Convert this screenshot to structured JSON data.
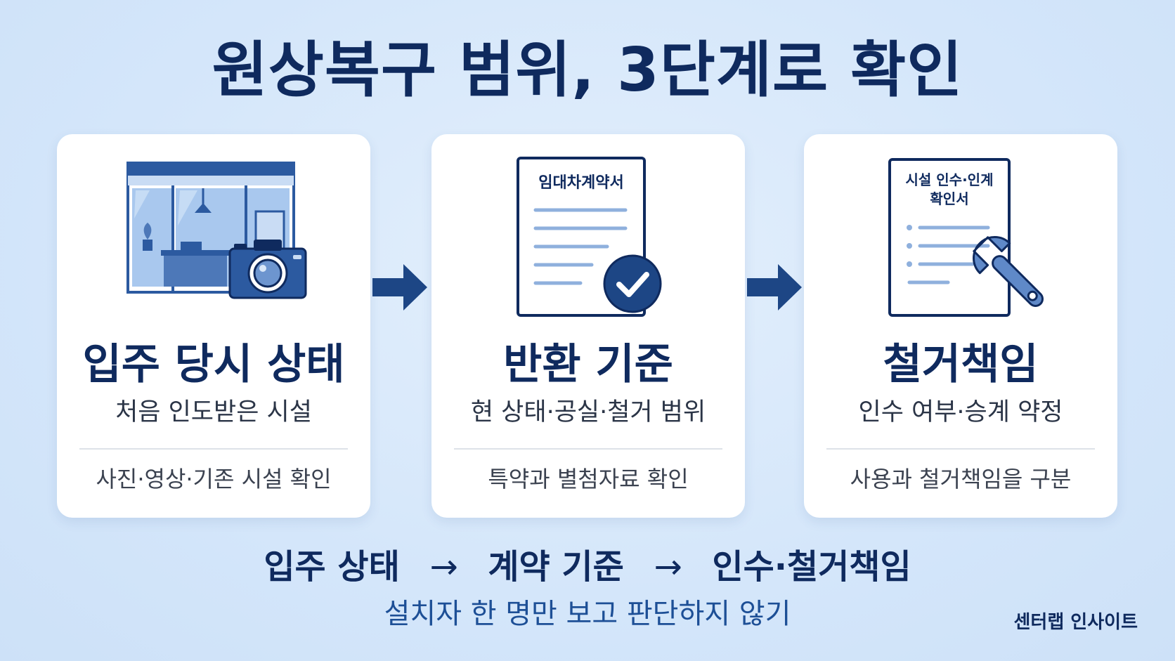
{
  "title": "원상복구 범위, 3단계로 확인",
  "colors": {
    "navy": "#0f2a5e",
    "accent_blue": "#2c5aa0",
    "background": "#d6e8fb",
    "card": "#ffffff"
  },
  "steps": [
    {
      "icon": "storefront-camera-icon",
      "title": "입주 당시 상태",
      "subtitle": "처음 인도받은 시설",
      "note": "사진·영상·기존 시설 확인"
    },
    {
      "icon": "contract-check-icon",
      "doc_label": "임대차계약서",
      "title": "반환 기준",
      "subtitle": "현 상태·공실·철거 범위",
      "note": "특약과 별첨자료 확인"
    },
    {
      "icon": "document-wrench-icon",
      "doc_label_line1": "시설 인수·인계",
      "doc_label_line2": "확인서",
      "title": "철거책임",
      "subtitle": "인수 여부·승계 약정",
      "note": "사용과 철거책임을 구분"
    }
  ],
  "flow": {
    "items": [
      "입주 상태",
      "계약 기준",
      "인수·철거책임"
    ],
    "separator": "→"
  },
  "caution": "설치자 한 명만 보고 판단하지 않기",
  "brand": "센터랩 인사이트"
}
